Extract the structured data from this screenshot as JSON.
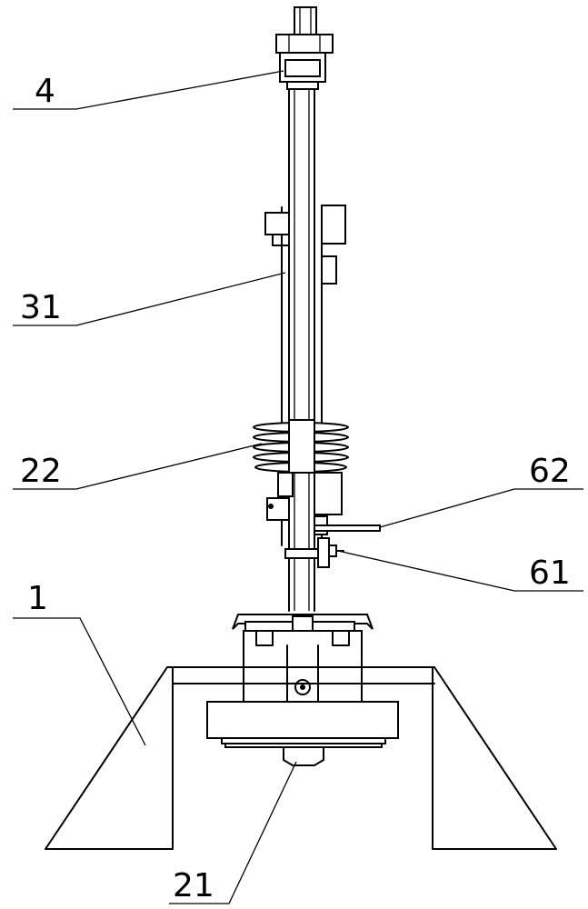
{
  "labels": {
    "part_4": "4",
    "part_31": "31",
    "part_22": "22",
    "part_62": "62",
    "part_61": "61",
    "part_1": "1",
    "part_21": "21"
  }
}
